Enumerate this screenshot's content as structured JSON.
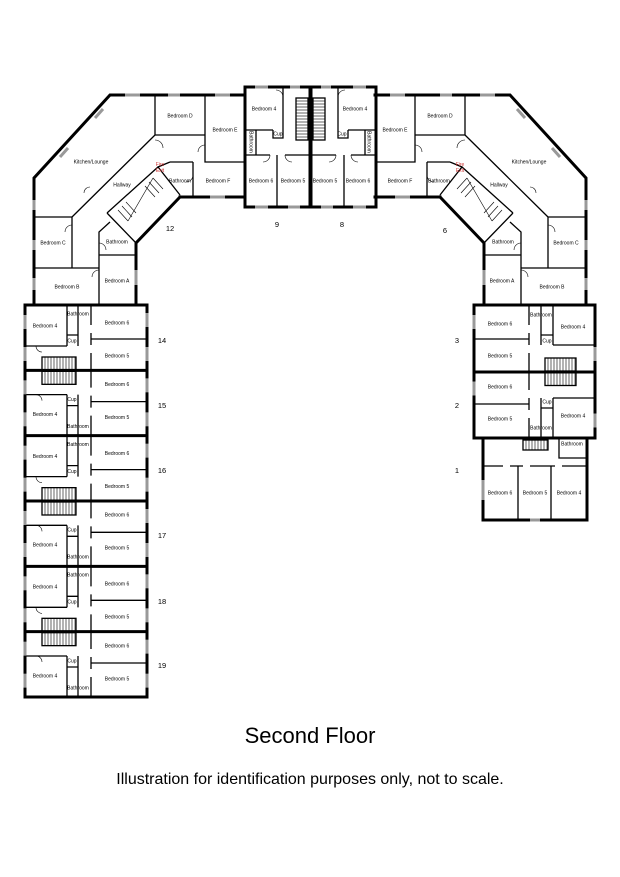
{
  "title": "Second Floor",
  "subtitle": "Illustration for identification purposes only, not to scale.",
  "colors": {
    "wall": "#000000",
    "window": "#999999",
    "fire_exit": "#cc3333"
  },
  "unit_numbers": [
    "12",
    "9",
    "8",
    "6",
    "14",
    "15",
    "16",
    "17",
    "18",
    "19",
    "3",
    "2",
    "1"
  ],
  "fire_exit": [
    "Fire",
    "Exit"
  ],
  "rooms": {
    "unit_12": [
      "Kitchen/Lounge",
      "Hallway",
      "Bedroom D",
      "Bedroom E",
      "Bathroom",
      "Bedroom F",
      "Bedroom C",
      "Bathroom",
      "Bedroom B",
      "Bedroom A"
    ],
    "unit_9": [
      "Bedroom 4",
      "Cup",
      "Bathroom",
      "Bedroom 6",
      "Bedroom 5"
    ],
    "unit_8": [
      "Bedroom 4",
      "Cup",
      "Bathroom",
      "Bedroom 5",
      "Bedroom 6"
    ],
    "unit_6": [
      "Kitchen/Lounge",
      "Hallway",
      "Bedroom D",
      "Bedroom E",
      "Bathroom",
      "Bedroom F",
      "Bedroom C",
      "Bathroom",
      "Bedroom B",
      "Bedroom A"
    ],
    "unit_14": [
      "Bedroom 4",
      "Bathroom",
      "Cup",
      "Bedroom 6",
      "Bedroom 5"
    ],
    "unit_15": [
      "Bedroom 4",
      "Bathroom",
      "Cup",
      "Bedroom 5",
      "Bedroom 6"
    ],
    "unit_16": [
      "Bedroom 4",
      "Bathroom",
      "Cup",
      "Bedroom 6",
      "Bedroom 5"
    ],
    "unit_17": [
      "Bedroom 4",
      "Bathroom",
      "Cup",
      "Bedroom 5",
      "Bedroom 6"
    ],
    "unit_18": [
      "Bedroom 4",
      "Bathroom",
      "Cup",
      "Bedroom 6",
      "Bedroom 5"
    ],
    "unit_19": [
      "Bedroom 4",
      "Bathroom",
      "Cup",
      "Bedroom 5",
      "Bedroom 6"
    ],
    "unit_3": [
      "Bedroom 4",
      "Bathroom",
      "Cup",
      "Bedroom 6",
      "Bedroom 5"
    ],
    "unit_2": [
      "Bedroom 4",
      "Bathroom",
      "Cup",
      "Bedroom 5",
      "Bedroom 6"
    ],
    "unit_1": [
      "Bathroom",
      "Bedroom 6",
      "Bedroom 5",
      "Bedroom 4"
    ]
  }
}
